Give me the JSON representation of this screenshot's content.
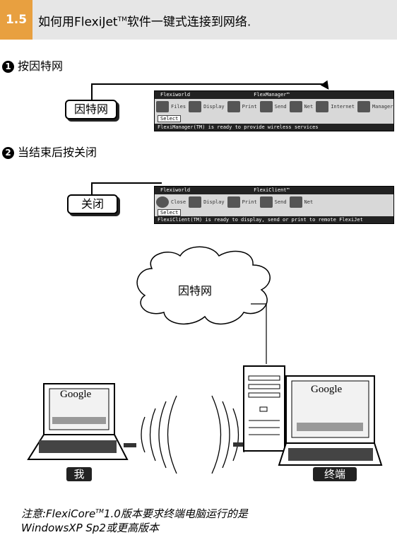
{
  "header": {
    "section_number": "1.5",
    "title_pre": "如何用FlexiJet",
    "title_tm": "TM",
    "title_post": "软件一键式连接到网络."
  },
  "step1": {
    "number": "1",
    "text": "按因特网",
    "callout": "因特网",
    "toolbar": {
      "app_name": "Flexiworld",
      "window_title": "FlexManager™",
      "buttons": [
        "Files",
        "Display",
        "Print",
        "Send",
        "Net",
        "Internet",
        "Manager"
      ],
      "status": "FlexiManager(TM) is ready to provide wireless services",
      "field": "Select"
    }
  },
  "step2": {
    "number": "2",
    "text": "当结束后按关闭",
    "callout": "关闭",
    "toolbar": {
      "app_name": "Flexiworld",
      "window_title": "FlexiClient™",
      "buttons": [
        "Close",
        "Display",
        "Print",
        "Send",
        "Net"
      ],
      "status": "FlexiClient(TM) is ready to display, send or print to remote FlexiJet",
      "field": "Select"
    }
  },
  "diagram": {
    "cloud_label": "因特网",
    "me_label": "我",
    "terminal_label": "终端",
    "laptop_screen": "Google",
    "monitor_screen": "Google"
  },
  "note": {
    "line1_pre": "注意:FlexiCore",
    "line1_tm": "TM",
    "line1_post": "1.0版本要求终端电脑运行的是",
    "line2": "WindowsXP Sp2或更高版本"
  }
}
